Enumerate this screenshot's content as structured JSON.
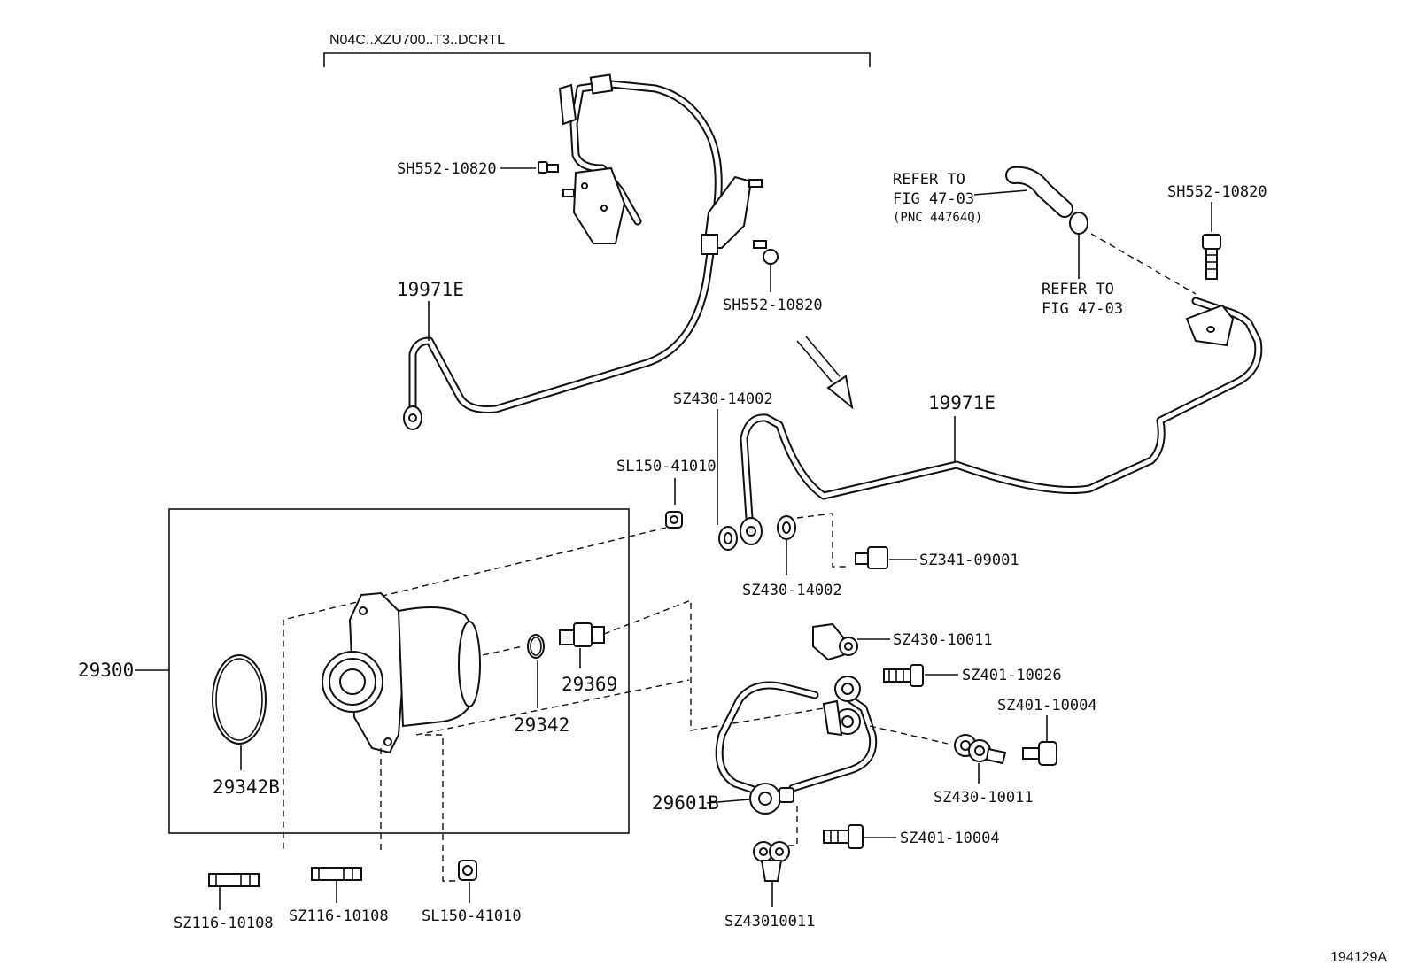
{
  "diagram": {
    "variant_label": "N04C..XZU700..T3..DCRTL",
    "figure_id": "194129A",
    "parts": {
      "bolt_top_left": "SH552-10820",
      "bolt_top_mid": "SH552-10820",
      "bolt_top_right": "SH552-10820",
      "hose_upper": "19971E",
      "hose_lower": "19971E",
      "refer_hose_line1": "REFER TO",
      "refer_hose_line2": "FIG 47-03",
      "refer_hose_line3": "(PNC 44764Q)",
      "refer_clamp_line1": "REFER TO",
      "refer_clamp_line2": "FIG 47-03",
      "gasket_top": "SZ430-14002",
      "gasket_bottom": "SZ430-14002",
      "nut_upper": "SL150-41010",
      "nut_lower": "SL150-41010",
      "union_bolt": "SZ341-09001",
      "pump_assy": "29300",
      "oring_large": "29342B",
      "oring_small": "29342",
      "fitting": "29369",
      "stud_left": "SZ116-10108",
      "stud_mid": "SZ116-10108",
      "gasket_oil_a": "SZ430-10011",
      "bolt_oil_a": "SZ401-10026",
      "bolt_oil_b": "SZ401-10004",
      "gasket_oil_b": "SZ430-10011",
      "oil_pipe": "29601B",
      "bolt_oil_c": "SZ401-10004",
      "gasket_oil_c": "SZ43010011"
    }
  }
}
